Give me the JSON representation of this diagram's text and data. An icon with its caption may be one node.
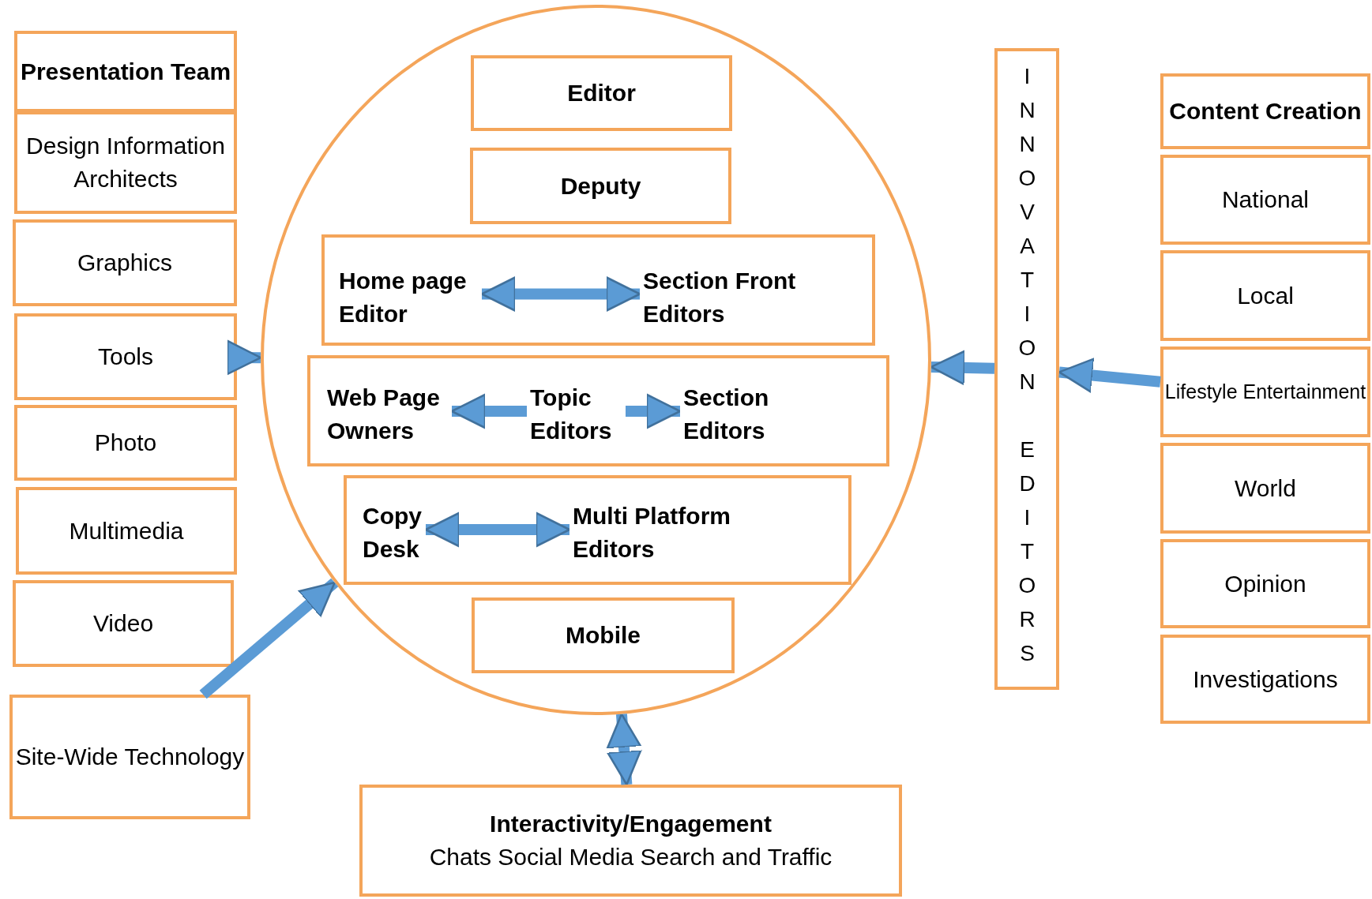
{
  "diagram": {
    "nodes": [
      {
        "text": [
          "Presentation Team"
        ]
      },
      {
        "text": [
          "Design Information Architects"
        ]
      },
      {
        "text": [
          "Graphics"
        ]
      },
      {
        "text": [
          "Tools"
        ]
      },
      {
        "text": [
          "Photo"
        ]
      },
      {
        "text": [
          "Multimedia"
        ]
      },
      {
        "text": [
          "Video"
        ]
      },
      {
        "text": [
          "Site-Wide Technology"
        ]
      },
      {
        "text": [],
        "shape": "circle"
      },
      {
        "text": [
          "Editor"
        ],
        "in": 8
      },
      {
        "text": [
          "Deputy"
        ],
        "in": 8
      },
      {
        "text": [],
        "shape": "box",
        "in": 8
      },
      {
        "text": [
          "Home page Editor"
        ],
        "in": 11
      },
      {
        "text": [
          "Section Front Editors"
        ],
        "in": 11
      },
      {
        "text": [],
        "shape": "box",
        "in": 8
      },
      {
        "text": [
          "Web Page Owners"
        ],
        "in": 14
      },
      {
        "text": [
          "Topic Editors"
        ],
        "in": 14
      },
      {
        "text": [
          "Section Editors"
        ],
        "in": 14
      },
      {
        "text": [],
        "shape": "box",
        "in": 8
      },
      {
        "text": [
          "Copy Desk"
        ],
        "in": 18
      },
      {
        "text": [
          "Multi Platform Editors"
        ],
        "in": 18
      },
      {
        "text": [
          "Mobile"
        ],
        "in": 8
      },
      {
        "text": [
          "Interactivity/Engagement",
          "Chats Social Media  Search and Traffic"
        ]
      },
      {
        "text": [
          "INNOVATION EDITORS"
        ]
      },
      {
        "text": [
          "Content Creation"
        ]
      },
      {
        "text": [
          "National"
        ]
      },
      {
        "text": [
          "Local"
        ]
      },
      {
        "text": [
          "Lifestyle Entertainment"
        ]
      },
      {
        "text": [
          "World"
        ]
      },
      {
        "text": [
          "Opinion"
        ]
      },
      {
        "text": [
          "Investigations"
        ]
      }
    ],
    "edges": [
      {
        "from": 3,
        "to": 8,
        "arrow": "to"
      },
      {
        "from": 7,
        "to": 8,
        "arrow": "to"
      },
      {
        "from": 23,
        "to": 8,
        "arrow": "to"
      },
      {
        "from": 27,
        "to": 23,
        "arrow": "to"
      },
      {
        "from": 12,
        "to": 13,
        "arrow": "both"
      },
      {
        "from": 16,
        "to": 15,
        "arrow": "to"
      },
      {
        "from": 16,
        "to": 17,
        "arrow": "to"
      },
      {
        "from": 19,
        "to": 20,
        "arrow": "both"
      },
      {
        "from": 8,
        "to": 22,
        "arrow": "both"
      }
    ]
  }
}
